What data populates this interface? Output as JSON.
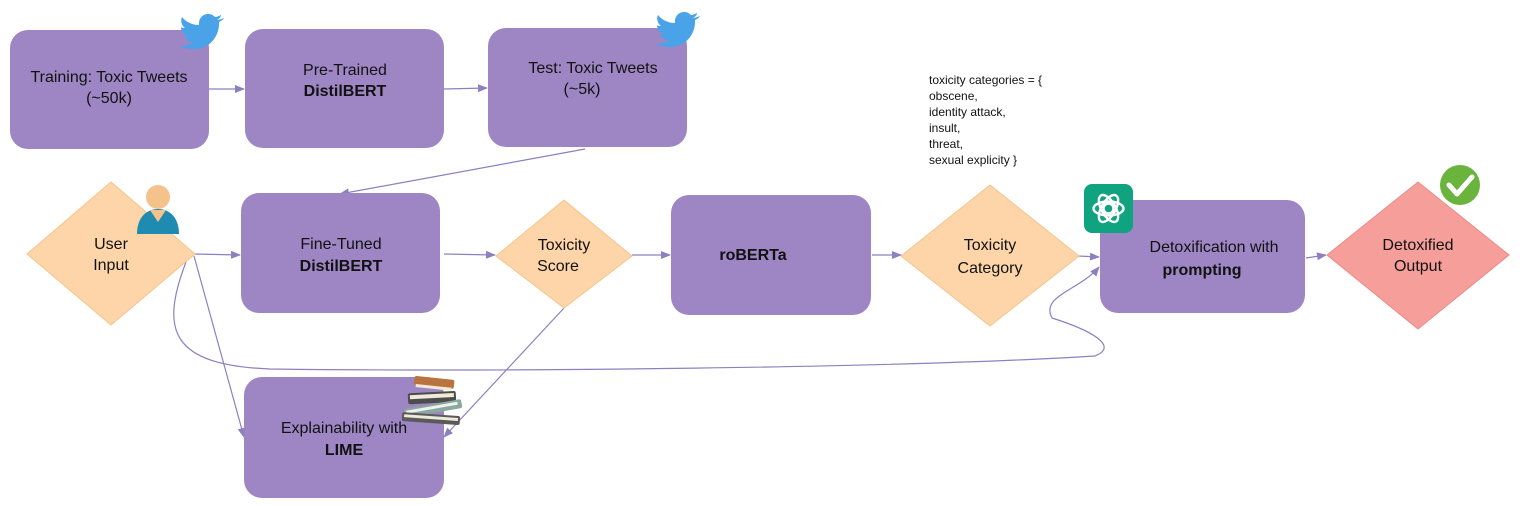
{
  "nodes": {
    "training": {
      "line1": "Training: Toxic Tweets",
      "line2": "(~50k)"
    },
    "pretrained": {
      "line1": "Pre-Trained",
      "line2": "DistilBERT"
    },
    "test": {
      "line1": "Test: Toxic Tweets",
      "line2": "(~5k)"
    },
    "user_input": {
      "line1": "User",
      "line2": "Input"
    },
    "finetuned": {
      "line1": "Fine-Tuned",
      "line2": "DistilBERT"
    },
    "toxicity_score": {
      "line1": "Toxicity",
      "line2": "Score"
    },
    "roberta": {
      "line1": "roBERTa"
    },
    "toxicity_category": {
      "line1": "Toxicity",
      "line2": "Category"
    },
    "detox": {
      "line1": "Detoxification with",
      "line2": "prompting"
    },
    "detoxified_output": {
      "line1": "Detoxified",
      "line2": "Output"
    },
    "explainability": {
      "line1": "Explainability with",
      "line2": "LIME"
    }
  },
  "toxicity_note": {
    "lines": [
      "toxicity categories = {",
      "obscene,",
      "identity attack,",
      "insult,",
      "threat,",
      "sexual explicity }"
    ]
  },
  "colors": {
    "process_fill": "#9e86c4",
    "decision_fill": "#fdd5a8",
    "output_fill": "#f59e9a",
    "edge": "#8e7fc0",
    "twitter": "#4aa3e8",
    "openai": "#10a37f",
    "check": "#6ab43e"
  },
  "icons": [
    "twitter-icon",
    "user-icon",
    "books-icon",
    "openai-icon",
    "checkmark-icon"
  ]
}
